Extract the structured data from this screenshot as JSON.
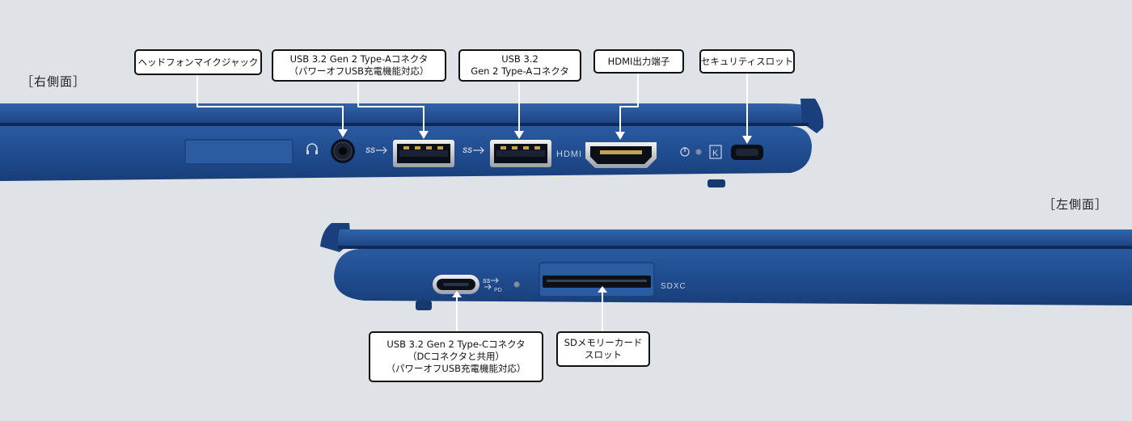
{
  "views": {
    "right_side": {
      "label": "［右側面］"
    },
    "left_side": {
      "label": "［左側面］"
    }
  },
  "callouts": {
    "headphone_jack": {
      "lines": [
        "ヘッドフォンマイクジャック"
      ]
    },
    "usb_a_poweroff": {
      "lines": [
        "USB 3.2 Gen 2 Type-Aコネクタ",
        "（パワーオフUSB充電機能対応）"
      ]
    },
    "usb_a": {
      "lines": [
        "USB 3.2",
        "Gen 2 Type-Aコネクタ"
      ]
    },
    "hdmi": {
      "lines": [
        "HDMI出力端子"
      ]
    },
    "security_slot": {
      "lines": [
        "セキュリティスロット"
      ]
    },
    "usb_c": {
      "lines": [
        "USB 3.2 Gen 2 Type-Cコネクタ",
        "（DCコネクタと共用）",
        "（パワーオフUSB充電機能対応）"
      ]
    },
    "sd_card": {
      "lines": [
        "SDメモリーカード",
        "スロット"
      ]
    }
  },
  "port_labels": {
    "hdmi_text": "HDMI",
    "sdxc_text": "SDXC",
    "ss_text": "SS",
    "pd_text": "PD",
    "k_text": "K"
  },
  "colors": {
    "background": "#dfe2e7",
    "chassis": "#1f4a8c",
    "chassis_dark": "#163a70",
    "port_black": "#0b0f17"
  }
}
